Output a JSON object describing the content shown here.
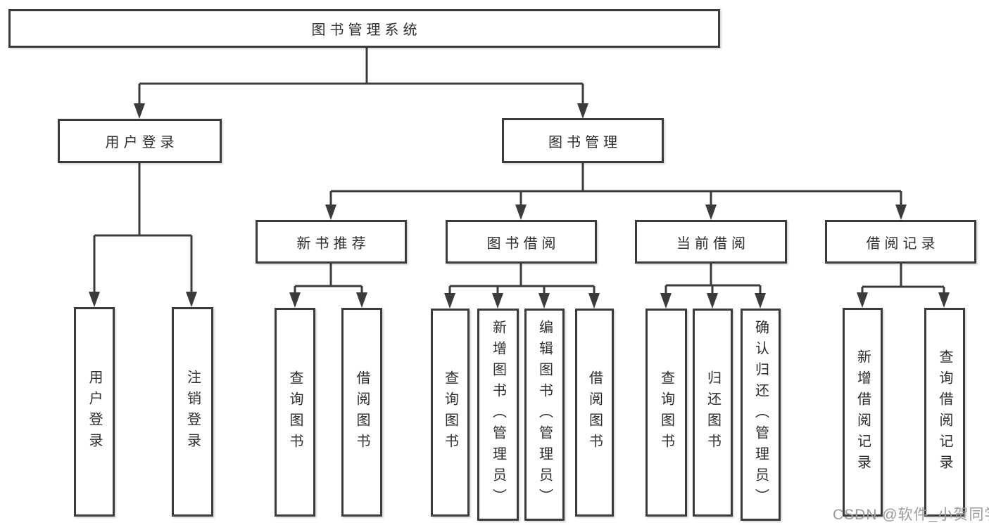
{
  "meta": {
    "background_color": "#ffffff",
    "line_color": "#3b3b3b",
    "box_border_color": "#3b3b3b",
    "text_color": "#2e2e2e",
    "watermark_color": "#9b9b9b"
  },
  "root": {
    "label": "图书管理系统"
  },
  "branches": {
    "user_login": {
      "label": "用户登录",
      "leaves": [
        "用户登录",
        "注销登录"
      ]
    },
    "book_management": {
      "label": "图书管理"
    }
  },
  "modules": [
    {
      "label": "新书推荐",
      "leaves": [
        "查询图书",
        "借阅图书"
      ]
    },
    {
      "label": "图书借阅",
      "leaves": [
        "查询图书",
        "新增图书（管理员）",
        "编辑图书（管理员）",
        "借阅图书"
      ]
    },
    {
      "label": "当前借阅",
      "leaves": [
        "查询图书",
        "归还图书",
        "确认归还（管理员）"
      ]
    },
    {
      "label": "借阅记录",
      "leaves": [
        "新增借阅记录",
        "查询借阅记录"
      ]
    }
  ],
  "watermark": "CSDN @软件_小贺同学"
}
